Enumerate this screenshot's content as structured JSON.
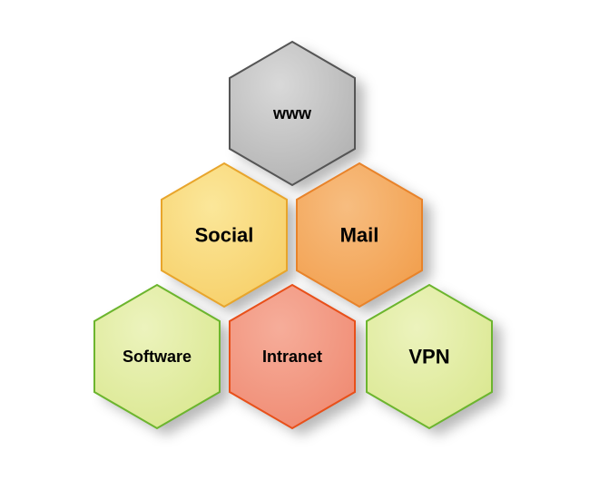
{
  "diagram": {
    "hexagons": [
      {
        "id": "www",
        "label": "www",
        "row": 0,
        "col": 1,
        "fill": "#b3b3b3",
        "fill_light": "#d9d9d9",
        "stroke": "#555555"
      },
      {
        "id": "social",
        "label": "Social",
        "row": 1,
        "col": 0,
        "fill": "#f7d06a",
        "fill_light": "#fbe79a",
        "stroke": "#e8a52c"
      },
      {
        "id": "mail",
        "label": "Mail",
        "row": 1,
        "col": 1,
        "fill": "#f2a04f",
        "fill_light": "#f7bd80",
        "stroke": "#e8832a"
      },
      {
        "id": "software",
        "label": "Software",
        "row": 2,
        "col": 0,
        "fill": "#dbe892",
        "fill_light": "#ecf3bd",
        "stroke": "#6cb52e"
      },
      {
        "id": "intranet",
        "label": "Intranet",
        "row": 2,
        "col": 1,
        "fill": "#f08c74",
        "fill_light": "#f6ad9a",
        "stroke": "#e8501a"
      },
      {
        "id": "vpn",
        "label": "VPN",
        "row": 2,
        "col": 2,
        "fill": "#dbe892",
        "fill_light": "#ecf3bd",
        "stroke": "#6cb52e"
      }
    ]
  }
}
